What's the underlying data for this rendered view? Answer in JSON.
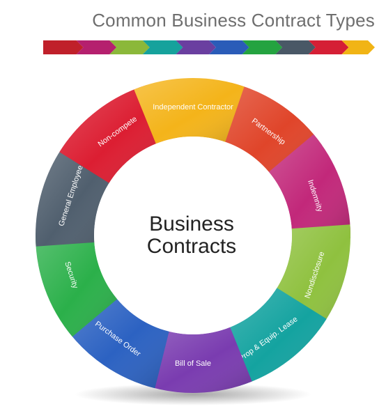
{
  "title": "Common Business Contract Types",
  "center_lines": [
    "Business",
    "Contracts"
  ],
  "arrow_colors": [
    "#c0202a",
    "#b5206e",
    "#8bb83a",
    "#16a29c",
    "#6a3fa0",
    "#2a5cb8",
    "#24a340",
    "#495866",
    "#d51f35",
    "#f1b415"
  ],
  "segments": [
    {
      "label": "Partnership",
      "color": "#e0452a"
    },
    {
      "label": "Indemnity",
      "color": "#c2287a"
    },
    {
      "label": "Nondisclosure",
      "color": "#8fc13f"
    },
    {
      "label": "Prop & Equip. Lease",
      "color": "#14a3a0"
    },
    {
      "label": "Bill of Sale",
      "color": "#7a3cb0"
    },
    {
      "label": "Purchase Order",
      "color": "#2c62c2"
    },
    {
      "label": "Security",
      "color": "#2bb04a"
    },
    {
      "label": "General Employee",
      "color": "#505f6e"
    },
    {
      "label": "Non-compete",
      "color": "#dc1e32"
    },
    {
      "label": "Independent Contractor",
      "color": "#f4b41a"
    }
  ]
}
